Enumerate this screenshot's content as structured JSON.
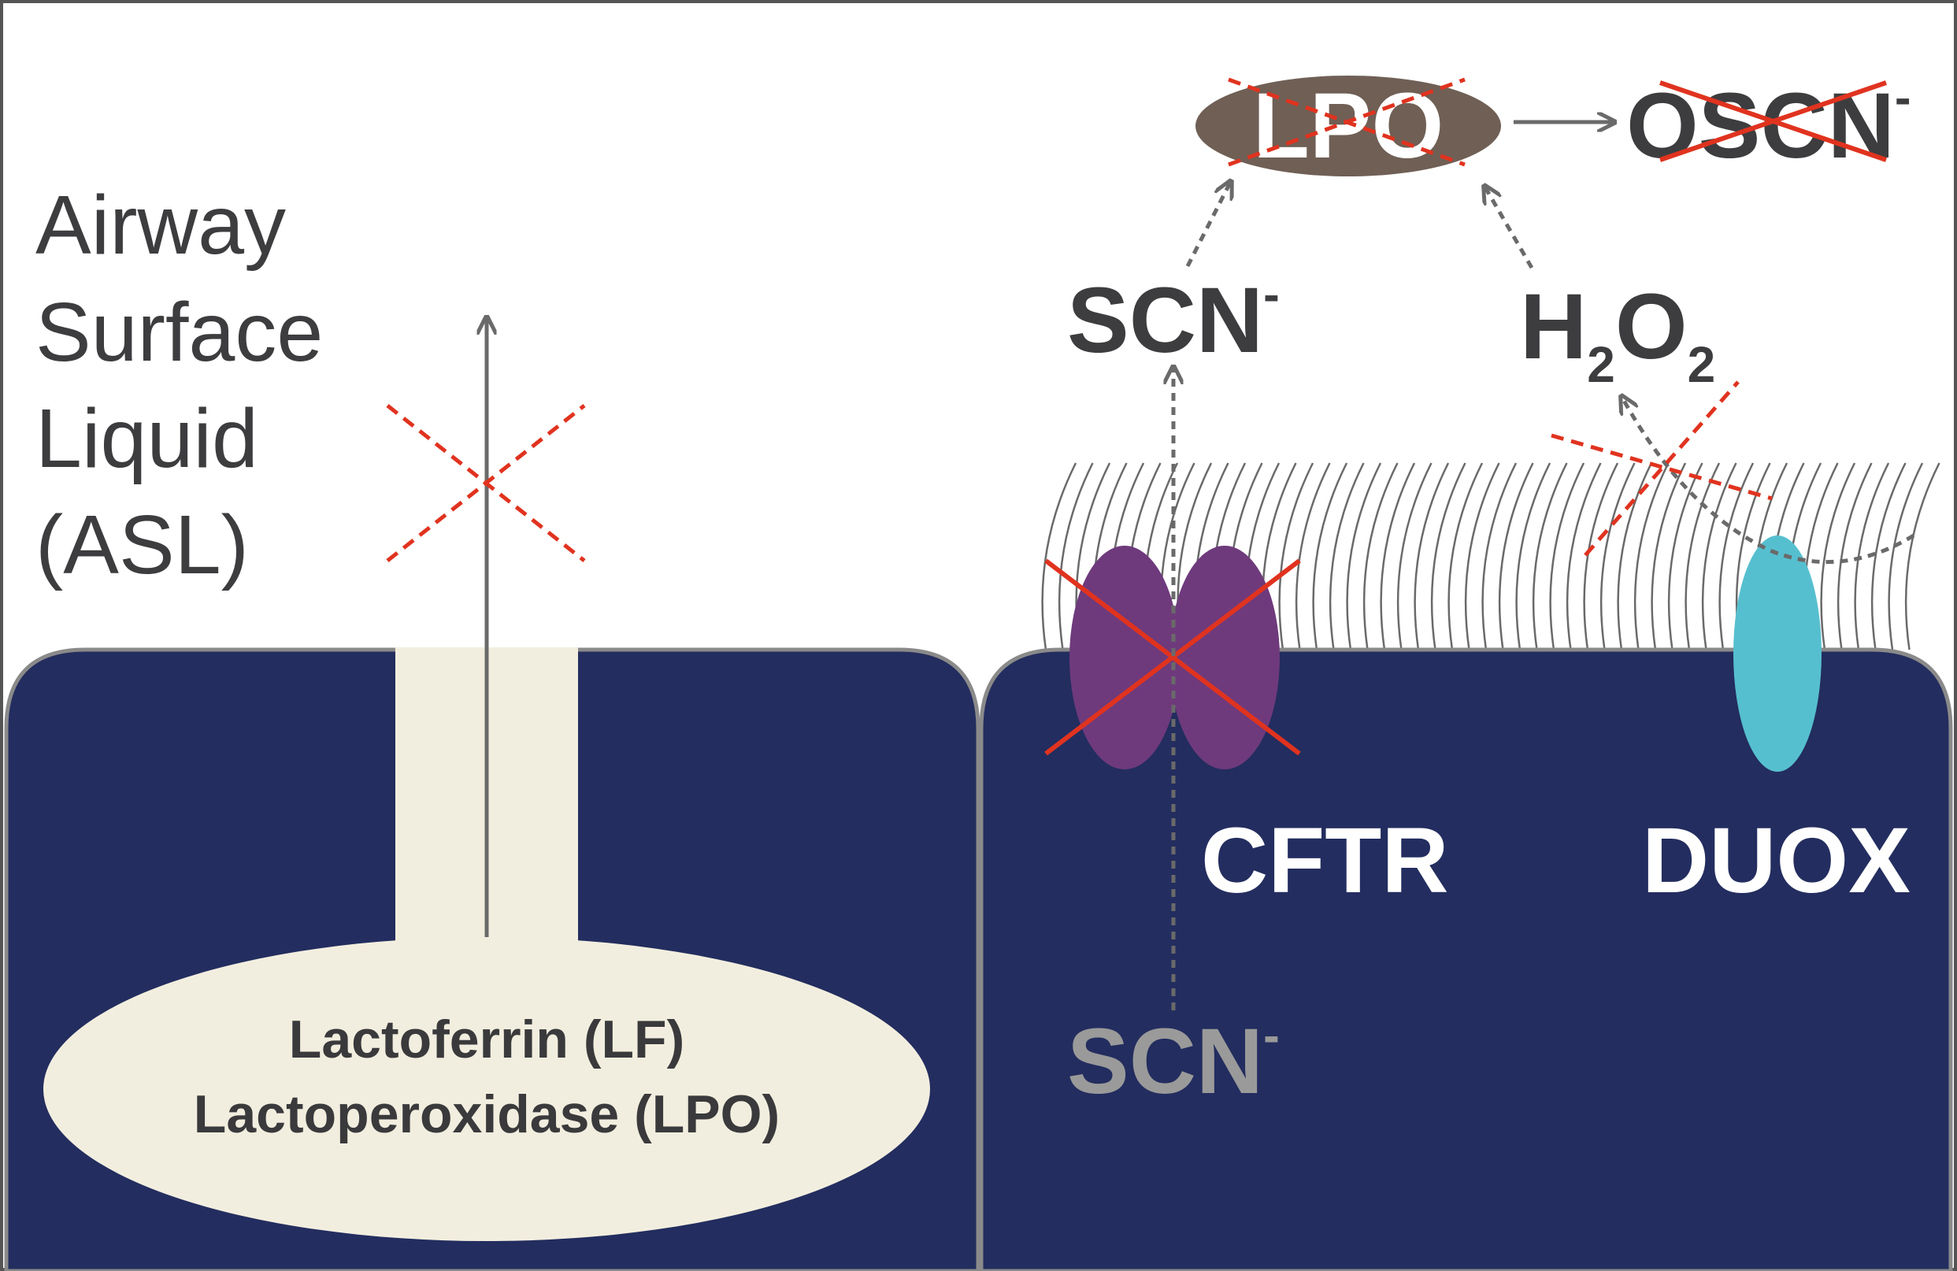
{
  "asl_label": [
    "Airway",
    "Surface",
    "Liquid",
    "(ASL)"
  ],
  "gland": {
    "line1": "Lactoferrin (LF)",
    "line2": "Lactoperoxidase (LPO)"
  },
  "labels": {
    "lpo": "LPO",
    "oscn": "OSCN",
    "oscn_charge": "-",
    "scn_top": "SCN",
    "scn_top_charge": "-",
    "h2o2_h": "H",
    "h2o2_o": "O",
    "h2o2_sub": "2",
    "cftr": "CFTR",
    "duox": "DUOX",
    "scn_bottom": "SCN",
    "scn_bottom_charge": "-"
  },
  "colors": {
    "cell": "#232d5f",
    "gland": "#f2eedf",
    "cftr": "#6e3a7c",
    "duox": "#56bfcf",
    "lpo_oval": "#6f5f55",
    "block_x": "#e0331f",
    "text_dark": "#3d3d3f",
    "text_gray": "#9a9a9a",
    "arrow_gray": "#6a6a6a"
  }
}
